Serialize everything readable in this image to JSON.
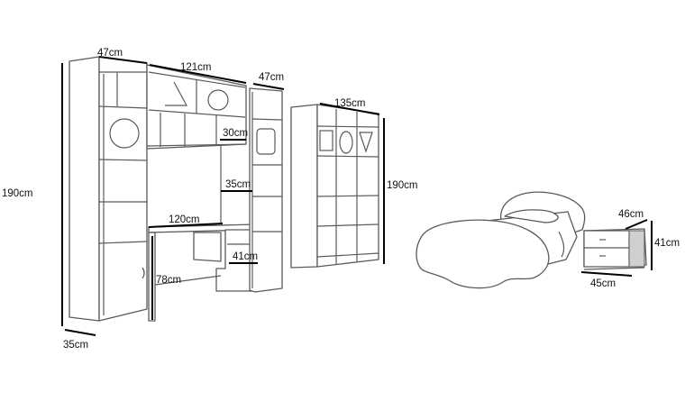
{
  "dimensions": {
    "left_tower_width": "47cm",
    "upper_cabinet_width": "121cm",
    "right_tower_width": "47cm",
    "shelf_depth": "30cm",
    "desk_gap": "35cm",
    "desk_width": "120cm",
    "drawer_width": "41cm",
    "desk_height": "78cm",
    "wardrobe_height": "190cm",
    "wardrobe_depth": "35cm",
    "bookcase_width": "135cm",
    "bookcase_height": "190cm",
    "nightstand_depth": "46cm",
    "nightstand_height": "41cm",
    "nightstand_width": "45cm"
  }
}
